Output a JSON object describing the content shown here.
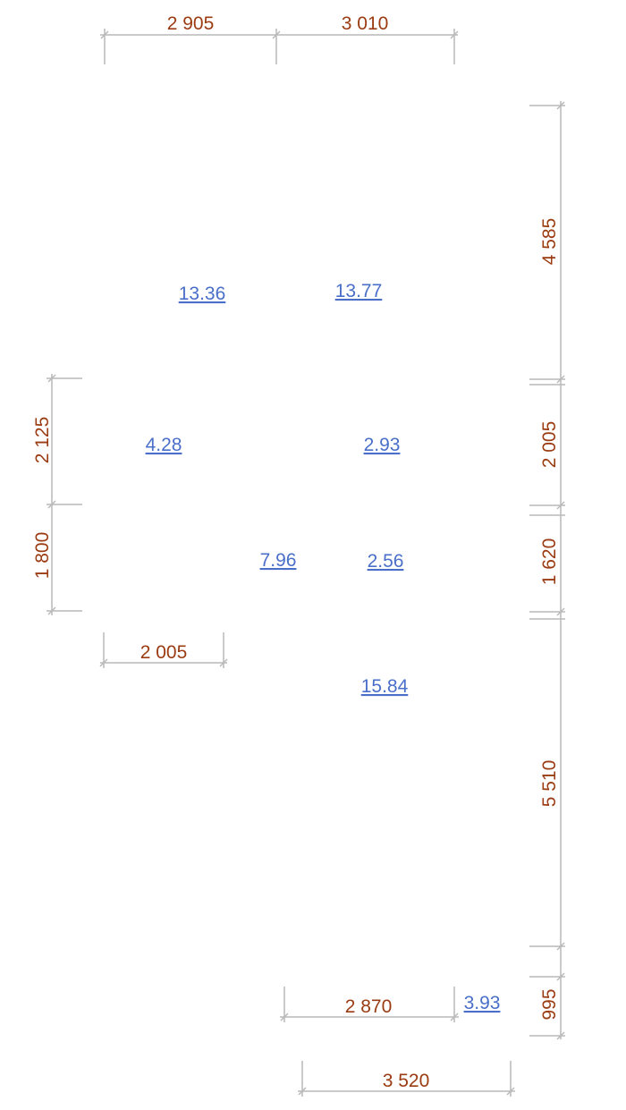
{
  "dimensions": {
    "top_left": "2 905",
    "top_right": "3 010",
    "right_1": "4 585",
    "right_2": "2 005",
    "right_3": "1 620",
    "right_4": "5 510",
    "right_5": "995",
    "left_1": "2 125",
    "left_2": "1 800",
    "mid_left": "2 005",
    "bottom_1": "2 870",
    "bottom_2": "3 520"
  },
  "areas": {
    "room_a": "13.36",
    "room_b": "13.77",
    "room_c": "4.28",
    "room_d": "2.93",
    "room_e": "7.96",
    "room_f": "2.56",
    "room_g": "15.84",
    "room_h": "3.93"
  }
}
